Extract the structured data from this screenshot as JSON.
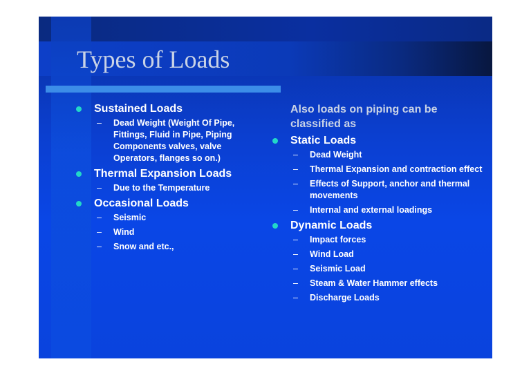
{
  "slide": {
    "title": "Types of Loads",
    "left_column": [
      {
        "label": "Sustained Loads",
        "items": [
          "Dead Weight    (Weight Of Pipe, Fittings, Fluid in Pipe, Piping Components valves, valve Operators, flanges so on.)"
        ]
      },
      {
        "label": "Thermal Expansion Loads",
        "items": [
          "Due to the Temperature"
        ]
      },
      {
        "label": "Occasional Loads",
        "items": [
          "Seismic",
          "Wind",
          "Snow and etc.,"
        ]
      }
    ],
    "right_intro": "Also loads on piping can be classified as",
    "right_column": [
      {
        "label": "Static Loads",
        "items": [
          "Dead Weight",
          "Thermal Expansion and contraction effect",
          "Effects of Support, anchor and thermal movements",
          "Internal and external loadings"
        ]
      },
      {
        "label": "Dynamic Loads",
        "items": [
          "Impact forces",
          "Wind Load",
          "Seismic Load",
          "Steam & Water Hammer effects",
          "Discharge Loads"
        ]
      }
    ]
  },
  "colors": {
    "bullet": "#22d8c8",
    "accent_rule": "#3c8de8",
    "title_text": "#c9d3e6",
    "body_text": "#ffffff"
  }
}
